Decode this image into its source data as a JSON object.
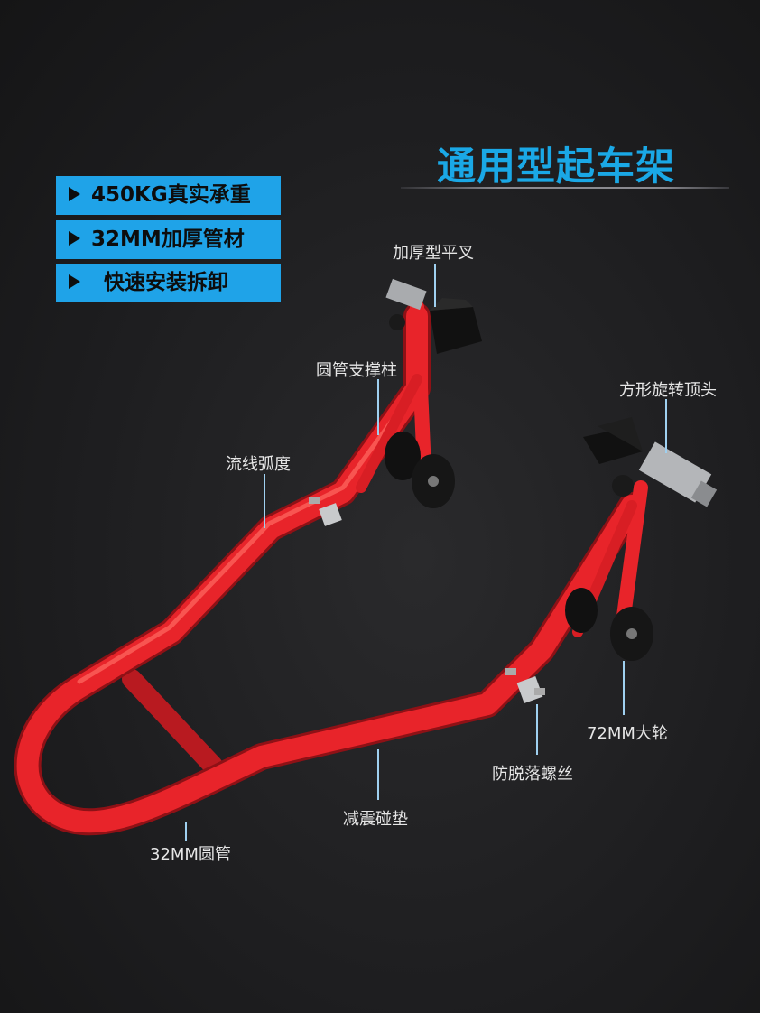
{
  "title": "通用型起车架",
  "features": [
    {
      "text": "450KG真实承重"
    },
    {
      "text": "32MM加厚管材"
    },
    {
      "text": "快速安装拆卸"
    }
  ],
  "callouts": {
    "fork": "加厚型平叉",
    "support": "圆管支撑柱",
    "curve": "流线弧度",
    "head": "方形旋转顶头",
    "wheel": "72MM大轮",
    "screw": "防脱落螺丝",
    "pad": "减震碰垫",
    "tube": "32MM圆管"
  },
  "colors": {
    "accent": "#1aa8e6",
    "frame": "#e8242a",
    "background": "#1c1c1e"
  },
  "icons": [
    "triangle-bullet-icon"
  ]
}
